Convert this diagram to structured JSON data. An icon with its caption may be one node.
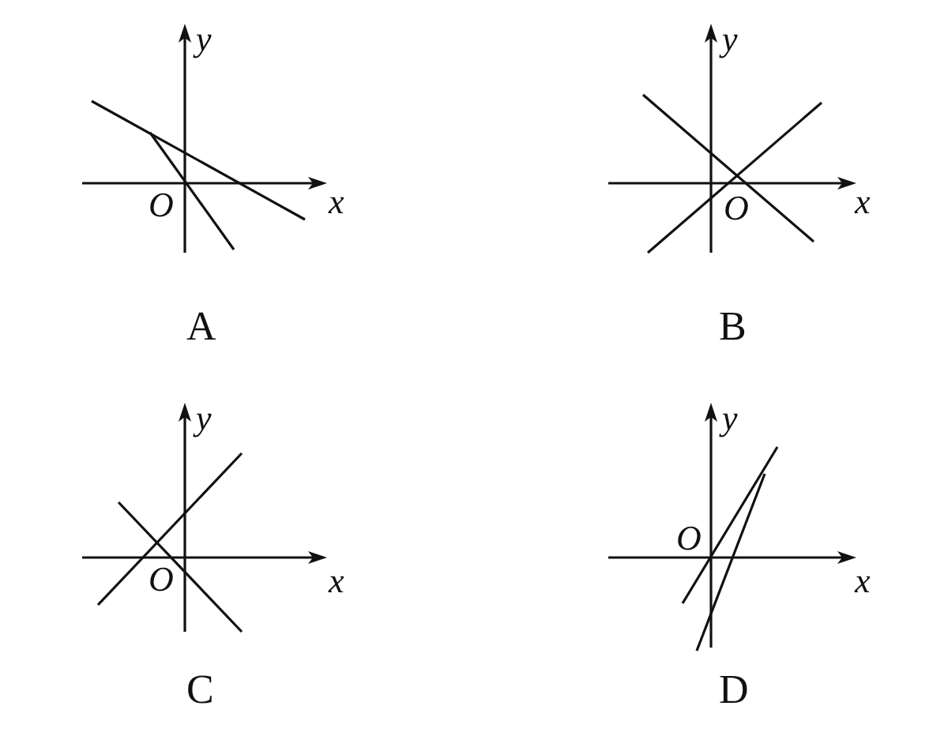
{
  "diagram": {
    "labels": [
      "y",
      "x",
      "O",
      "A",
      "y",
      "x",
      "O",
      "B",
      "y",
      "x",
      "O",
      "C",
      "y",
      "x",
      "O",
      "D"
    ]
  }
}
